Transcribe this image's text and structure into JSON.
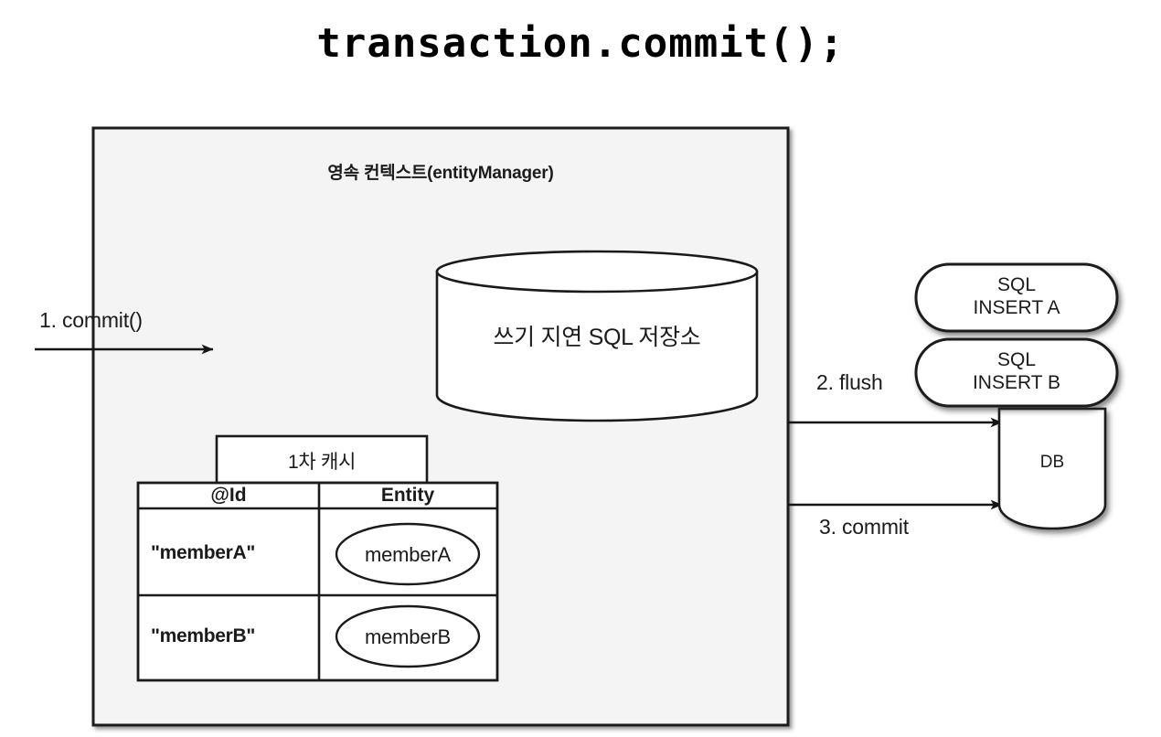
{
  "title": "transaction.commit();",
  "diagram": {
    "type": "sequence-flow-diagram",
    "persistence_context": {
      "label": "영속 컨텍스트(entityManager)",
      "fill": "#f4f4f4",
      "stroke": "#1a1a1a"
    },
    "write_behind_store": {
      "label": "쓰기 지연 SQL 저장소",
      "shape": "cylinder"
    },
    "first_level_cache": {
      "tab_label": "1차 캐시",
      "columns": [
        "@Id",
        "Entity"
      ],
      "rows": [
        {
          "id": "\"memberA\"",
          "entity": "memberA"
        },
        {
          "id": "\"memberB\"",
          "entity": "memberB"
        }
      ]
    },
    "flows": [
      {
        "step": "1",
        "label": "1. commit()",
        "name": "commit-entry"
      },
      {
        "step": "2",
        "label": "2. flush",
        "name": "flush"
      },
      {
        "step": "3",
        "label": "3. commit",
        "name": "commit-db"
      }
    ],
    "sql_statements": [
      {
        "line1": "SQL",
        "line2": "INSERT A"
      },
      {
        "line1": "SQL",
        "line2": "INSERT B"
      }
    ],
    "database": {
      "label": "DB",
      "shape": "cylinder"
    }
  }
}
